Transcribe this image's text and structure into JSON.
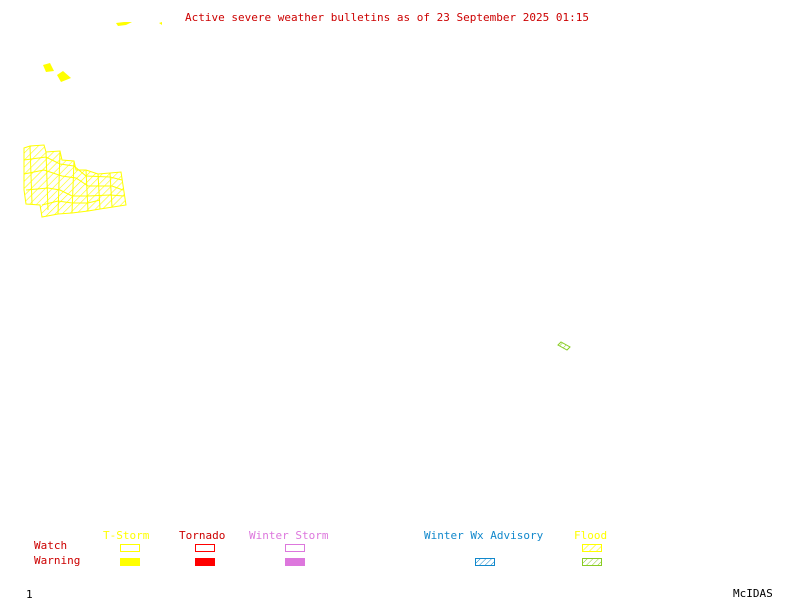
{
  "title": "Active severe weather bulletins as of 23 September 2025 01:15",
  "colors": {
    "title": "#cc0000",
    "row_labels": "#cc0000",
    "tstorm": "#ffff00",
    "tornado": "#ff0000",
    "winter_storm": "#dd77dd",
    "winter_wx_advisory": "#1188cc",
    "flood": "#88cc22"
  },
  "legend": {
    "row_labels": {
      "watch": "Watch",
      "warning": "Warning"
    },
    "categories": {
      "tstorm": "T-Storm",
      "tornado": "Tornado",
      "winter_storm": "Winter Storm",
      "winter_wx_advisory": "Winter Wx Advisory",
      "flood": "Flood"
    }
  },
  "footer": {
    "frame_number": "1",
    "software": "McIDAS"
  }
}
